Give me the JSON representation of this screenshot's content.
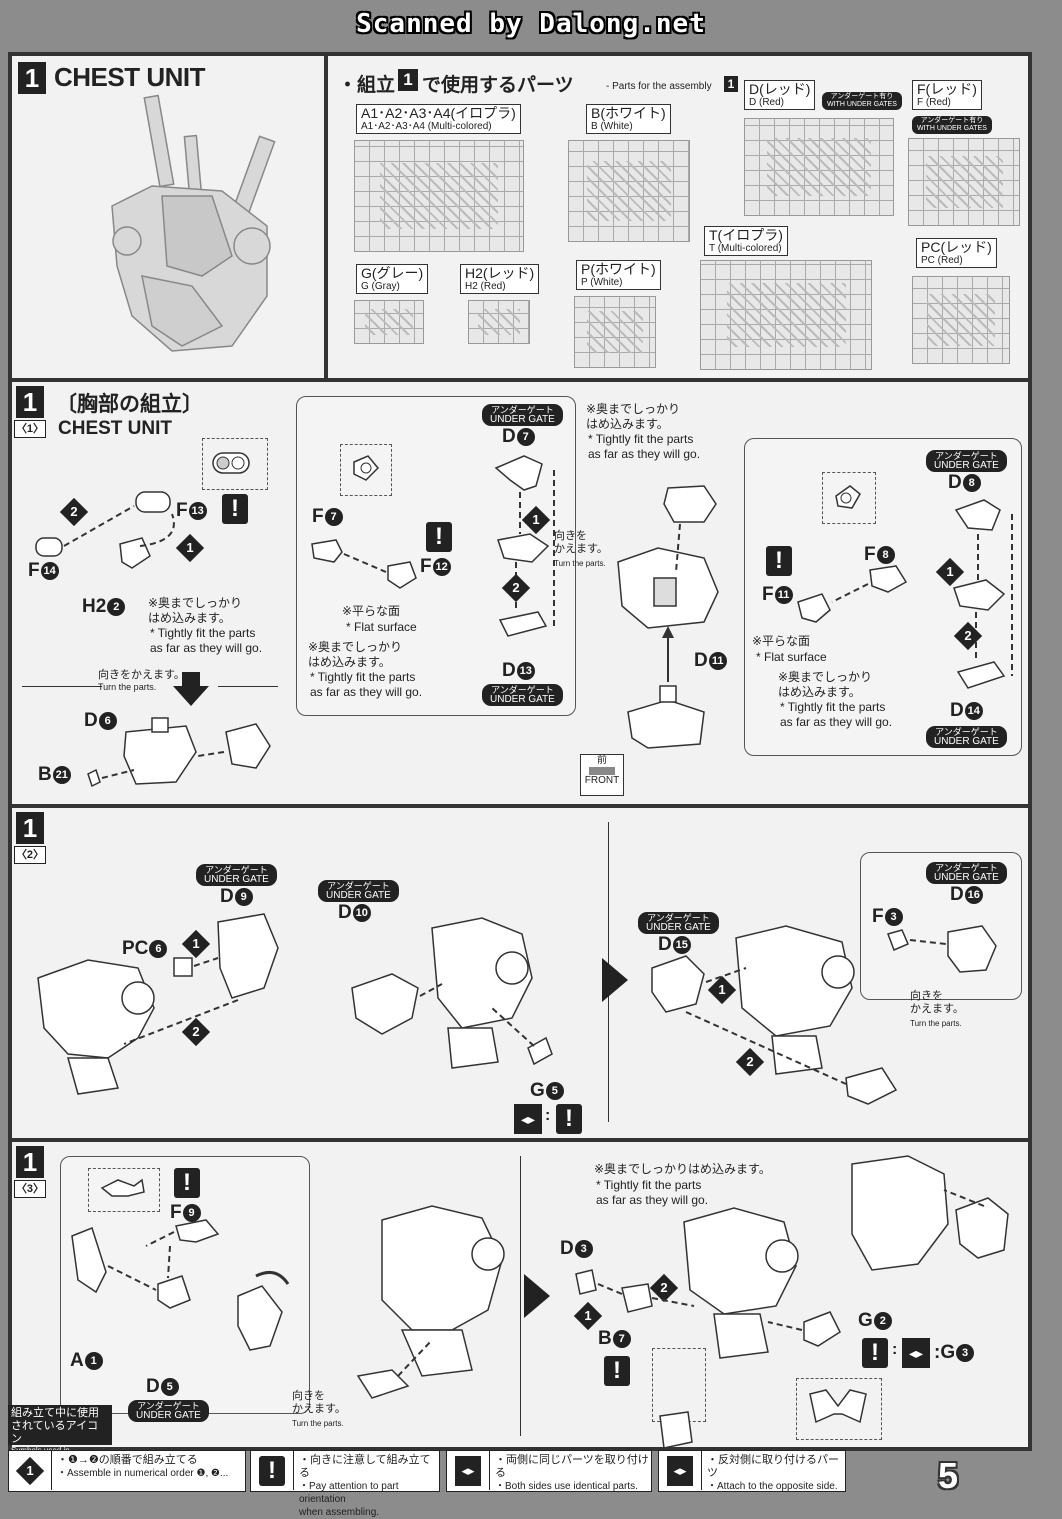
{
  "banner": "Scanned by Dalong.net",
  "header": {
    "step_num": "1",
    "title": "CHEST UNIT",
    "parts_intro_jp_pre": "・組立",
    "parts_intro_num": "1",
    "parts_intro_jp_post": "で使用するパーツ",
    "parts_intro_en": "- Parts for the assembly",
    "parts_intro_en_num": "1"
  },
  "runners": [
    {
      "l1": "A1･A2･A3･A4(イロプラ)",
      "l2": "A1･A2･A3･A4 (Multi-colored)"
    },
    {
      "l1": "B(ホワイト)",
      "l2": "B (White)"
    },
    {
      "l1": "D(レッド)",
      "l2": "D (Red)",
      "ug1": "アンダーゲート有り",
      "ug2": "WITH UNDER GATES"
    },
    {
      "l1": "F(レッド)",
      "l2": "F (Red)",
      "ug1": "アンダーゲート有り",
      "ug2": "WITH UNDER GATES"
    },
    {
      "l1": "T(イロプラ)",
      "l2": "T (Multi-colored)"
    },
    {
      "l1": "G(グレー)",
      "l2": "G (Gray)"
    },
    {
      "l1": "H2(レッド)",
      "l2": "H2 (Red)"
    },
    {
      "l1": "P(ホワイト)",
      "l2": "P (White)"
    },
    {
      "l1": "PC(レッド)",
      "l2": "PC (Red)"
    }
  ],
  "step1": {
    "num": "1",
    "sub": "〈1〉",
    "jp": "〔胸部の組立〕",
    "en": "CHEST UNIT"
  },
  "step2": {
    "num": "1",
    "sub": "〈2〉"
  },
  "step3": {
    "num": "1",
    "sub": "〈3〉"
  },
  "ug": {
    "jp": "アンダーゲート",
    "en": "UNDER GATE"
  },
  "notes": {
    "tight_jp": "※奥までしっかり\nはめ込みます。",
    "tight_en": "* Tightly fit the parts\nas far as they will go.",
    "tight_jp_one": "※奥までしっかりはめ込みます。",
    "flat_jp": "※平らな面",
    "flat_en": "* Flat surface",
    "turn_jp": "向きをかえます。",
    "turn_en": "Turn the parts.",
    "turn_jp2": "向きを\nかえます。",
    "front_jp": "前",
    "front_en": "FRONT"
  },
  "parts": {
    "p1": {
      "l": "F",
      "n": "13"
    },
    "p2": {
      "l": "F",
      "n": "14"
    },
    "p3": {
      "l": "H2",
      "n": "2"
    },
    "p4": {
      "l": "D",
      "n": "6"
    },
    "p5": {
      "l": "B",
      "n": "21"
    },
    "p6": {
      "l": "F",
      "n": "7"
    },
    "p7": {
      "l": "F",
      "n": "12"
    },
    "p8": {
      "l": "D",
      "n": "7"
    },
    "p9": {
      "l": "D",
      "n": "13"
    },
    "p10": {
      "l": "D",
      "n": "11"
    },
    "p11": {
      "l": "D",
      "n": "8"
    },
    "p12": {
      "l": "F",
      "n": "8"
    },
    "p13": {
      "l": "F",
      "n": "11"
    },
    "p14": {
      "l": "D",
      "n": "14"
    },
    "p15": {
      "l": "D",
      "n": "9"
    },
    "p16": {
      "l": "PC",
      "n": "6"
    },
    "p17": {
      "l": "D",
      "n": "10"
    },
    "p18": {
      "l": "G",
      "n": "5"
    },
    "p19": {
      "l": "D",
      "n": "15"
    },
    "p20": {
      "l": "D",
      "n": "16"
    },
    "p21": {
      "l": "F",
      "n": "3"
    },
    "p22": {
      "l": "F",
      "n": "9"
    },
    "p23": {
      "l": "A",
      "n": "1"
    },
    "p24": {
      "l": "D",
      "n": "5"
    },
    "p25": {
      "l": "D",
      "n": "3"
    },
    "p26": {
      "l": "B",
      "n": "7"
    },
    "p27": {
      "l": "G",
      "n": "2"
    },
    "p28": {
      "l": "G",
      "n": "3"
    }
  },
  "legend": {
    "tag_jp": "組み立て中に使用\nされているアイコン",
    "tag_en": "Symbols used in instructions",
    "items": [
      {
        "jp": "・❶→❷の順番で組み立てる",
        "en": "・Assemble in numerical order ❶, ❷..."
      },
      {
        "jp": "・向きに注意して組み立てる",
        "en": "・Pay attention to part orientation\nwhen assembling."
      },
      {
        "jp": "・両側に同じパーツを取り付ける",
        "en": "・Both sides use identical parts."
      },
      {
        "jp": "・反対側に取り付けるパーツ",
        "en": "・Attach to the opposite side."
      }
    ]
  },
  "page_number": "5"
}
